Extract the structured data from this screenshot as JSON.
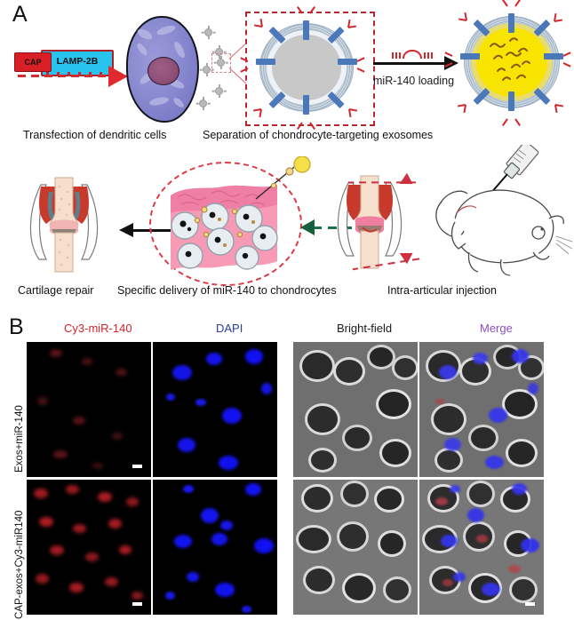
{
  "figure": {
    "panel_a": {
      "letter": "A",
      "construct": {
        "cap_label": "CAP",
        "lamp_label": "LAMP-2B"
      },
      "arrow_labels": {
        "loading": "miR-140 loading"
      },
      "captions": [
        "Transfection of dendritic cells",
        "Separation of chondrocyte-targeting exosomes",
        "Cartilage repair",
        "Specific delivery of miR-140 to chondrocytes",
        "Intra-articular injection"
      ]
    },
    "panel_b": {
      "letter": "B",
      "columns": [
        {
          "label": "Cy3-miR-140",
          "color": "#d2242c"
        },
        {
          "label": "DAPI",
          "color": "#2a3c96"
        },
        {
          "label": "Bright-field",
          "color": "#1a1a1a"
        },
        {
          "label": "Merge",
          "color": "#8a4fc8"
        }
      ],
      "rows": [
        {
          "label": "Exos+miR-140"
        },
        {
          "label": "CAP-exos+Cy3-miR140"
        }
      ]
    }
  },
  "colors": {
    "cap_red": "#d81f26",
    "lamp_cyan": "#29c3f0",
    "dashed_red": "#b3282f",
    "exosome_yellow": "#f7e400",
    "cartilage_pink": "#f59ab4",
    "green_arrow": "#17603f"
  }
}
